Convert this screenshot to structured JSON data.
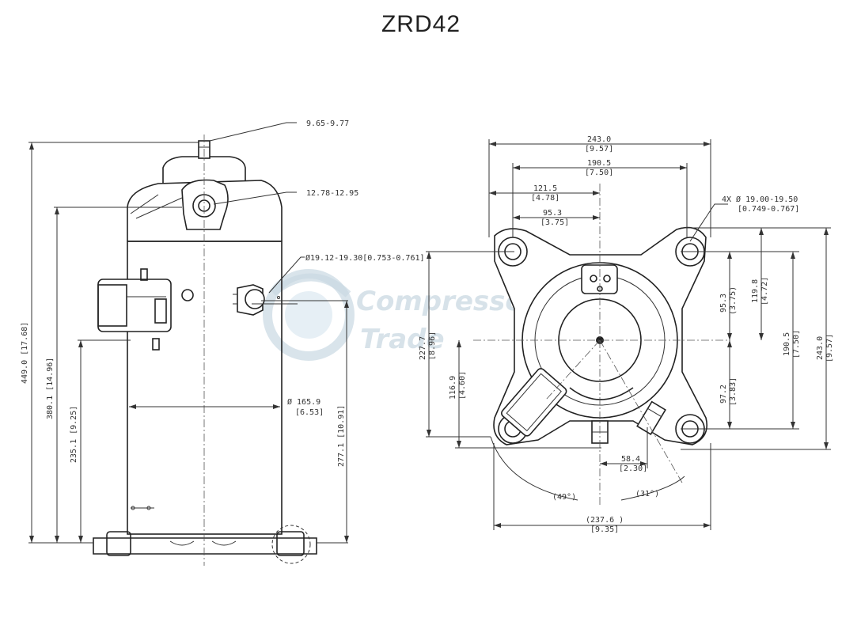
{
  "title": "ZRD42",
  "watermark": {
    "line1": "Compressor",
    "line2": "Trade"
  },
  "side_view": {
    "fitting_top": "9.65-9.77",
    "fitting_suction": "12.78-12.95",
    "fitting_discharge": "Ø19.12-19.30[0.753-0.761]",
    "height_total": "449.0 [17.68]",
    "height_2": "380.1 [14.96]",
    "height_3": "235.1 [9.25]",
    "height_4": "277.1 [10.91]",
    "diameter_1": "Ø 165.9",
    "diameter_2": "[6.53]"
  },
  "top_view": {
    "width_1": "243.0",
    "width_1_in": "[9.57]",
    "width_2": "190.5",
    "width_2_in": "[7.50]",
    "width_3": "121.5",
    "width_3_in": "[4.78]",
    "width_4": "95.3",
    "width_4_in": "[3.75]",
    "holes_1": "4X Ø 19.00-19.50",
    "holes_2": "[0.749-0.767]",
    "left_1": "227.7",
    "left_1_in": "[8.96]",
    "left_2": "116.9",
    "left_2_in": "[4.60]",
    "right_1": "95.3",
    "right_1_in": "(3.75)",
    "right_2": "119.8",
    "right_2_in": "[4.72]",
    "right_3": "190.5",
    "right_3_in": "[7.50]",
    "right_4": "243.0",
    "right_4_in": "[9.57]",
    "right_5": "97.2",
    "right_5_in": "[3.83]",
    "bottom_1": "58.4",
    "bottom_1_in": "[2.30]",
    "angle_1": "(49°)",
    "angle_2": "(31°)",
    "bottom_2": "(237.6 )",
    "bottom_2_in": "[9.35]"
  }
}
